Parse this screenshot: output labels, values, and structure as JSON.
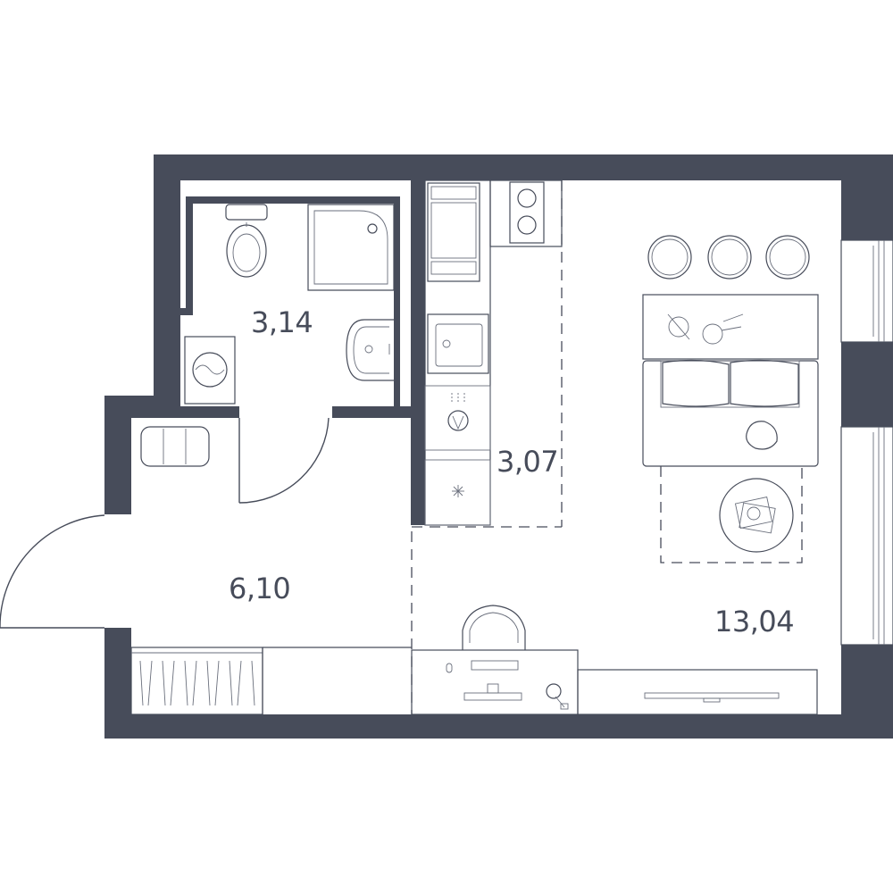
{
  "plan": {
    "colors": {
      "wall": "#474c5a",
      "background": "#ffffff"
    },
    "rooms": [
      {
        "id": "bathroom",
        "area": "3,14"
      },
      {
        "id": "kitchen",
        "area": "3,07"
      },
      {
        "id": "hallway",
        "area": "6,10"
      },
      {
        "id": "living-room",
        "area": "13,04"
      }
    ]
  }
}
